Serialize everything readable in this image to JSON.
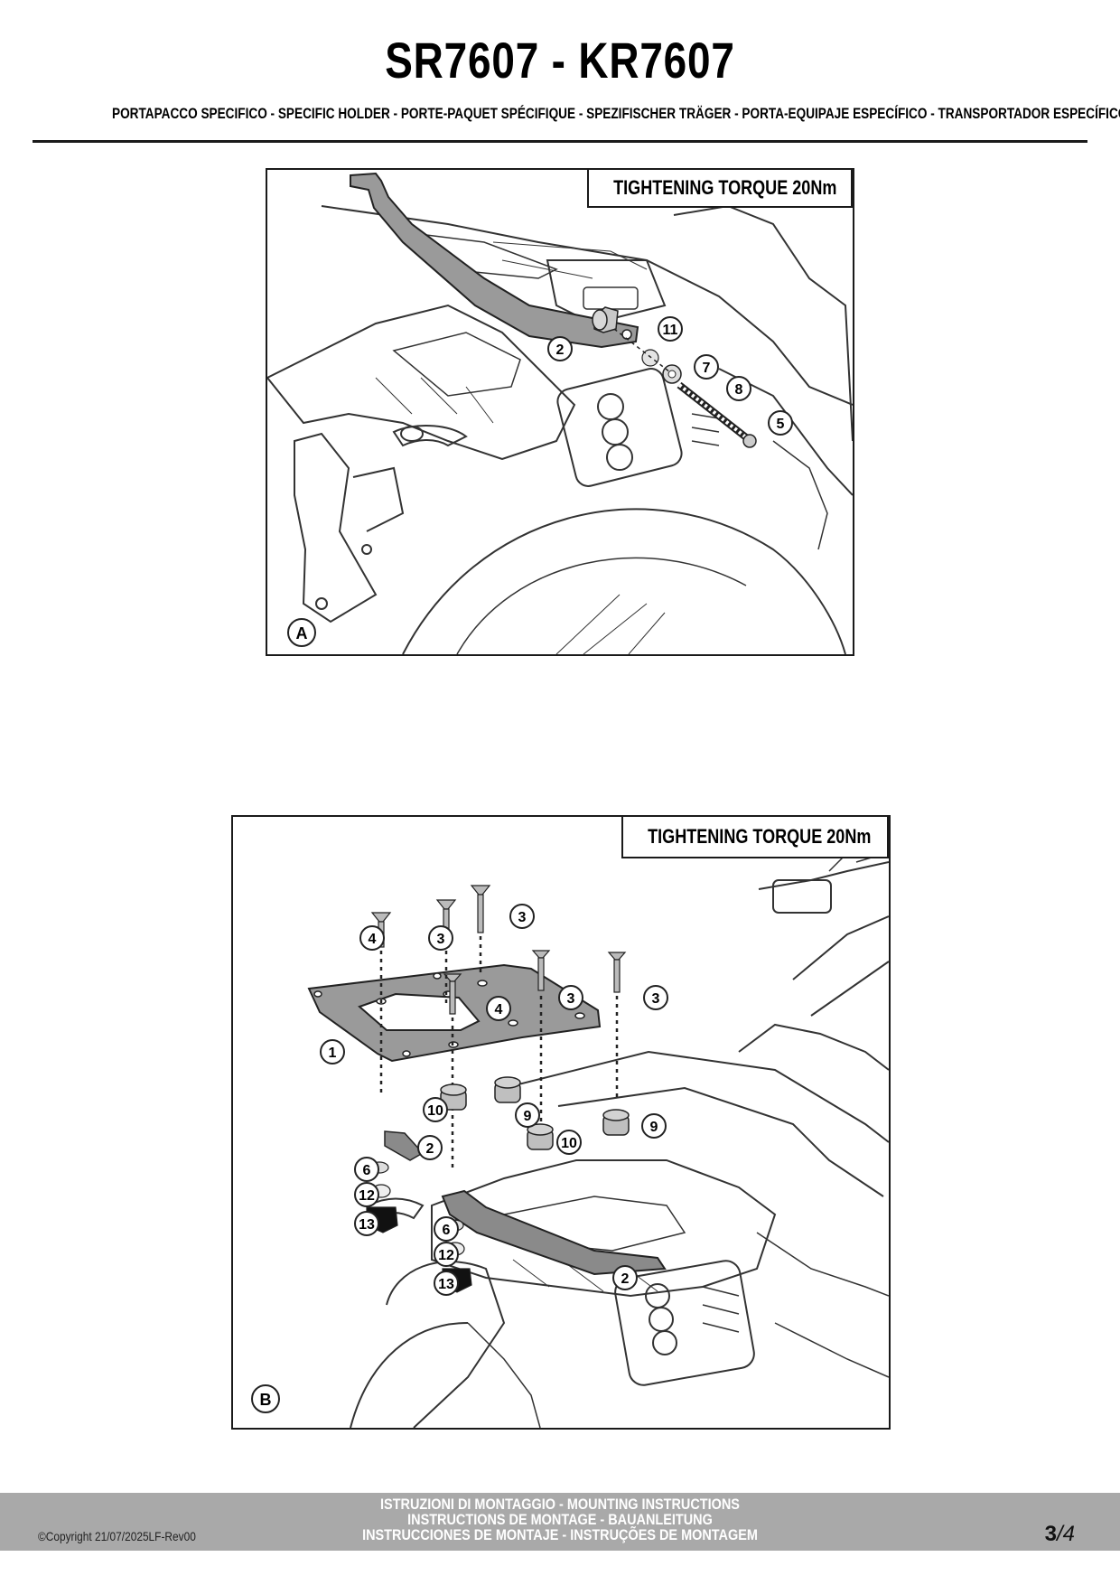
{
  "header": {
    "title": "SR7607 - KR7607",
    "subtitle": "PORTAPACCO SPECIFICO - SPECIFIC HOLDER - PORTE-PAQUET SPÉCIFIQUE - SPEZIFISCHER TRÄGER - PORTA-EQUIPAJE ESPECÍFICO - TRANSPORTADOR ESPECÍFICO"
  },
  "figure_a": {
    "step_label": "A",
    "torque_label": "TIGHTENING TORQUE 20Nm",
    "callouts": [
      "11",
      "2",
      "7",
      "8",
      "5"
    ]
  },
  "figure_b": {
    "step_label": "B",
    "torque_label": "TIGHTENING TORQUE 20Nm",
    "callouts": [
      "4",
      "3",
      "3",
      "4",
      "3",
      "3",
      "1",
      "10",
      "9",
      "9",
      "10",
      "2",
      "6",
      "12",
      "13",
      "6",
      "12",
      "13",
      "2"
    ]
  },
  "footer": {
    "line1": "ISTRUZIONI DI MONTAGGIO  -  MOUNTING INSTRUCTIONS",
    "line2": "INSTRUCTIONS DE MONTAGE - BAUANLEITUNG",
    "line3": "INSTRUCCIONES DE MONTAJE - INSTRUÇÕES DE MONTAGEM",
    "copyright": "©Copyright 21/07/2025LF-Rev00",
    "page_current": "3",
    "page_total": "/4"
  }
}
